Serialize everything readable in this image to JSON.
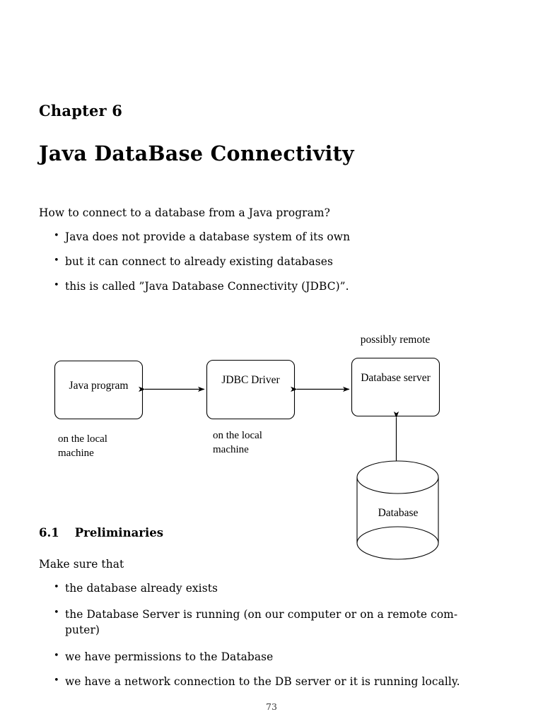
{
  "document": {
    "chapter_label": "Chapter 6",
    "chapter_title": "Java DataBase Connectivity",
    "intro": "How to connect to a database from a Java program?",
    "intro_bullets": [
      "Java does not provide a database system of its own",
      "but it can connect to already existing databases",
      "this is called ”Java Database Connectivity (JDBC)”."
    ],
    "section": {
      "number": "6.1",
      "title": "Preliminaries",
      "lead_in": "Make sure that",
      "bullets": [
        "the database already exists",
        "the Database Server is running (on our computer or on a remote com-puter)",
        "we have permissions to the Database",
        "we have a network connection to the DB server or it is running locally."
      ]
    },
    "page_number": "73",
    "bullet_glyph": "•"
  },
  "diagram": {
    "remote_note": "possibly remote",
    "boxes": [
      {
        "id": "java-program",
        "label": "Java program"
      },
      {
        "id": "jdbc-driver",
        "label": "JDBC Driver"
      },
      {
        "id": "database-server",
        "label": "Database server"
      }
    ],
    "captions": [
      {
        "id": "java-program-caption",
        "line1": "on the local",
        "line2": "machine"
      },
      {
        "id": "jdbc-driver-caption",
        "line1": "on the local",
        "line2": "machine"
      }
    ],
    "cylinder": {
      "label": "Database"
    },
    "stroke_color": "#000000",
    "fill_color": "#ffffff"
  }
}
